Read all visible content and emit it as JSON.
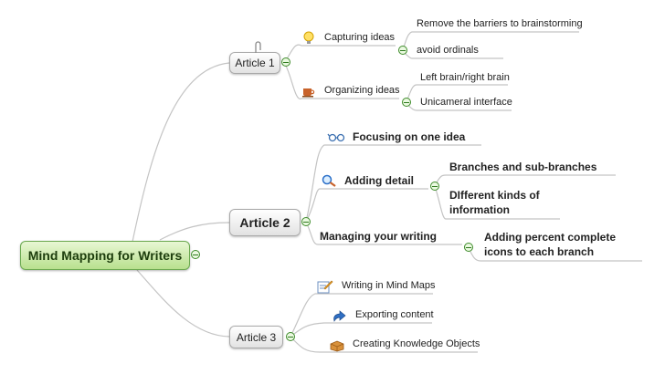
{
  "central": {
    "label": "Mind Mapping for Writers"
  },
  "branches": [
    {
      "label": "Article 1",
      "topics": [
        {
          "label": "Capturing ideas",
          "icon": "lightbulb-icon",
          "subtopics": [
            "Remove the barriers to brainstorming",
            "avoid ordinals"
          ]
        },
        {
          "label": "Organizing ideas",
          "icon": "coffee-cup-icon",
          "subtopics": [
            "Left brain/right brain",
            "Unicameral interface"
          ]
        }
      ]
    },
    {
      "label": "Article 2",
      "topics": [
        {
          "label": "Focusing on one idea",
          "icon": "eyeglasses-icon"
        },
        {
          "label": "Adding detail",
          "icon": "magnifier-icon",
          "subtopics": [
            "Branches and sub-branches",
            "DIfferent kinds of information"
          ]
        },
        {
          "label": "Managing your writing",
          "subtopics": [
            "Adding percent complete icons to each branch"
          ]
        }
      ]
    },
    {
      "label": "Article 3",
      "topics": [
        {
          "label": "Writing in Mind Maps",
          "icon": "pencil-paper-icon"
        },
        {
          "label": "Exporting content",
          "icon": "export-arrow-icon"
        },
        {
          "label": "Creating Knowledge Objects",
          "icon": "package-icon"
        }
      ]
    }
  ],
  "colors": {
    "central_border": "#6aa84f",
    "central_fill": "#c9eaa8",
    "connector": "#bdbdbd",
    "toggle": "#3c8a28"
  }
}
